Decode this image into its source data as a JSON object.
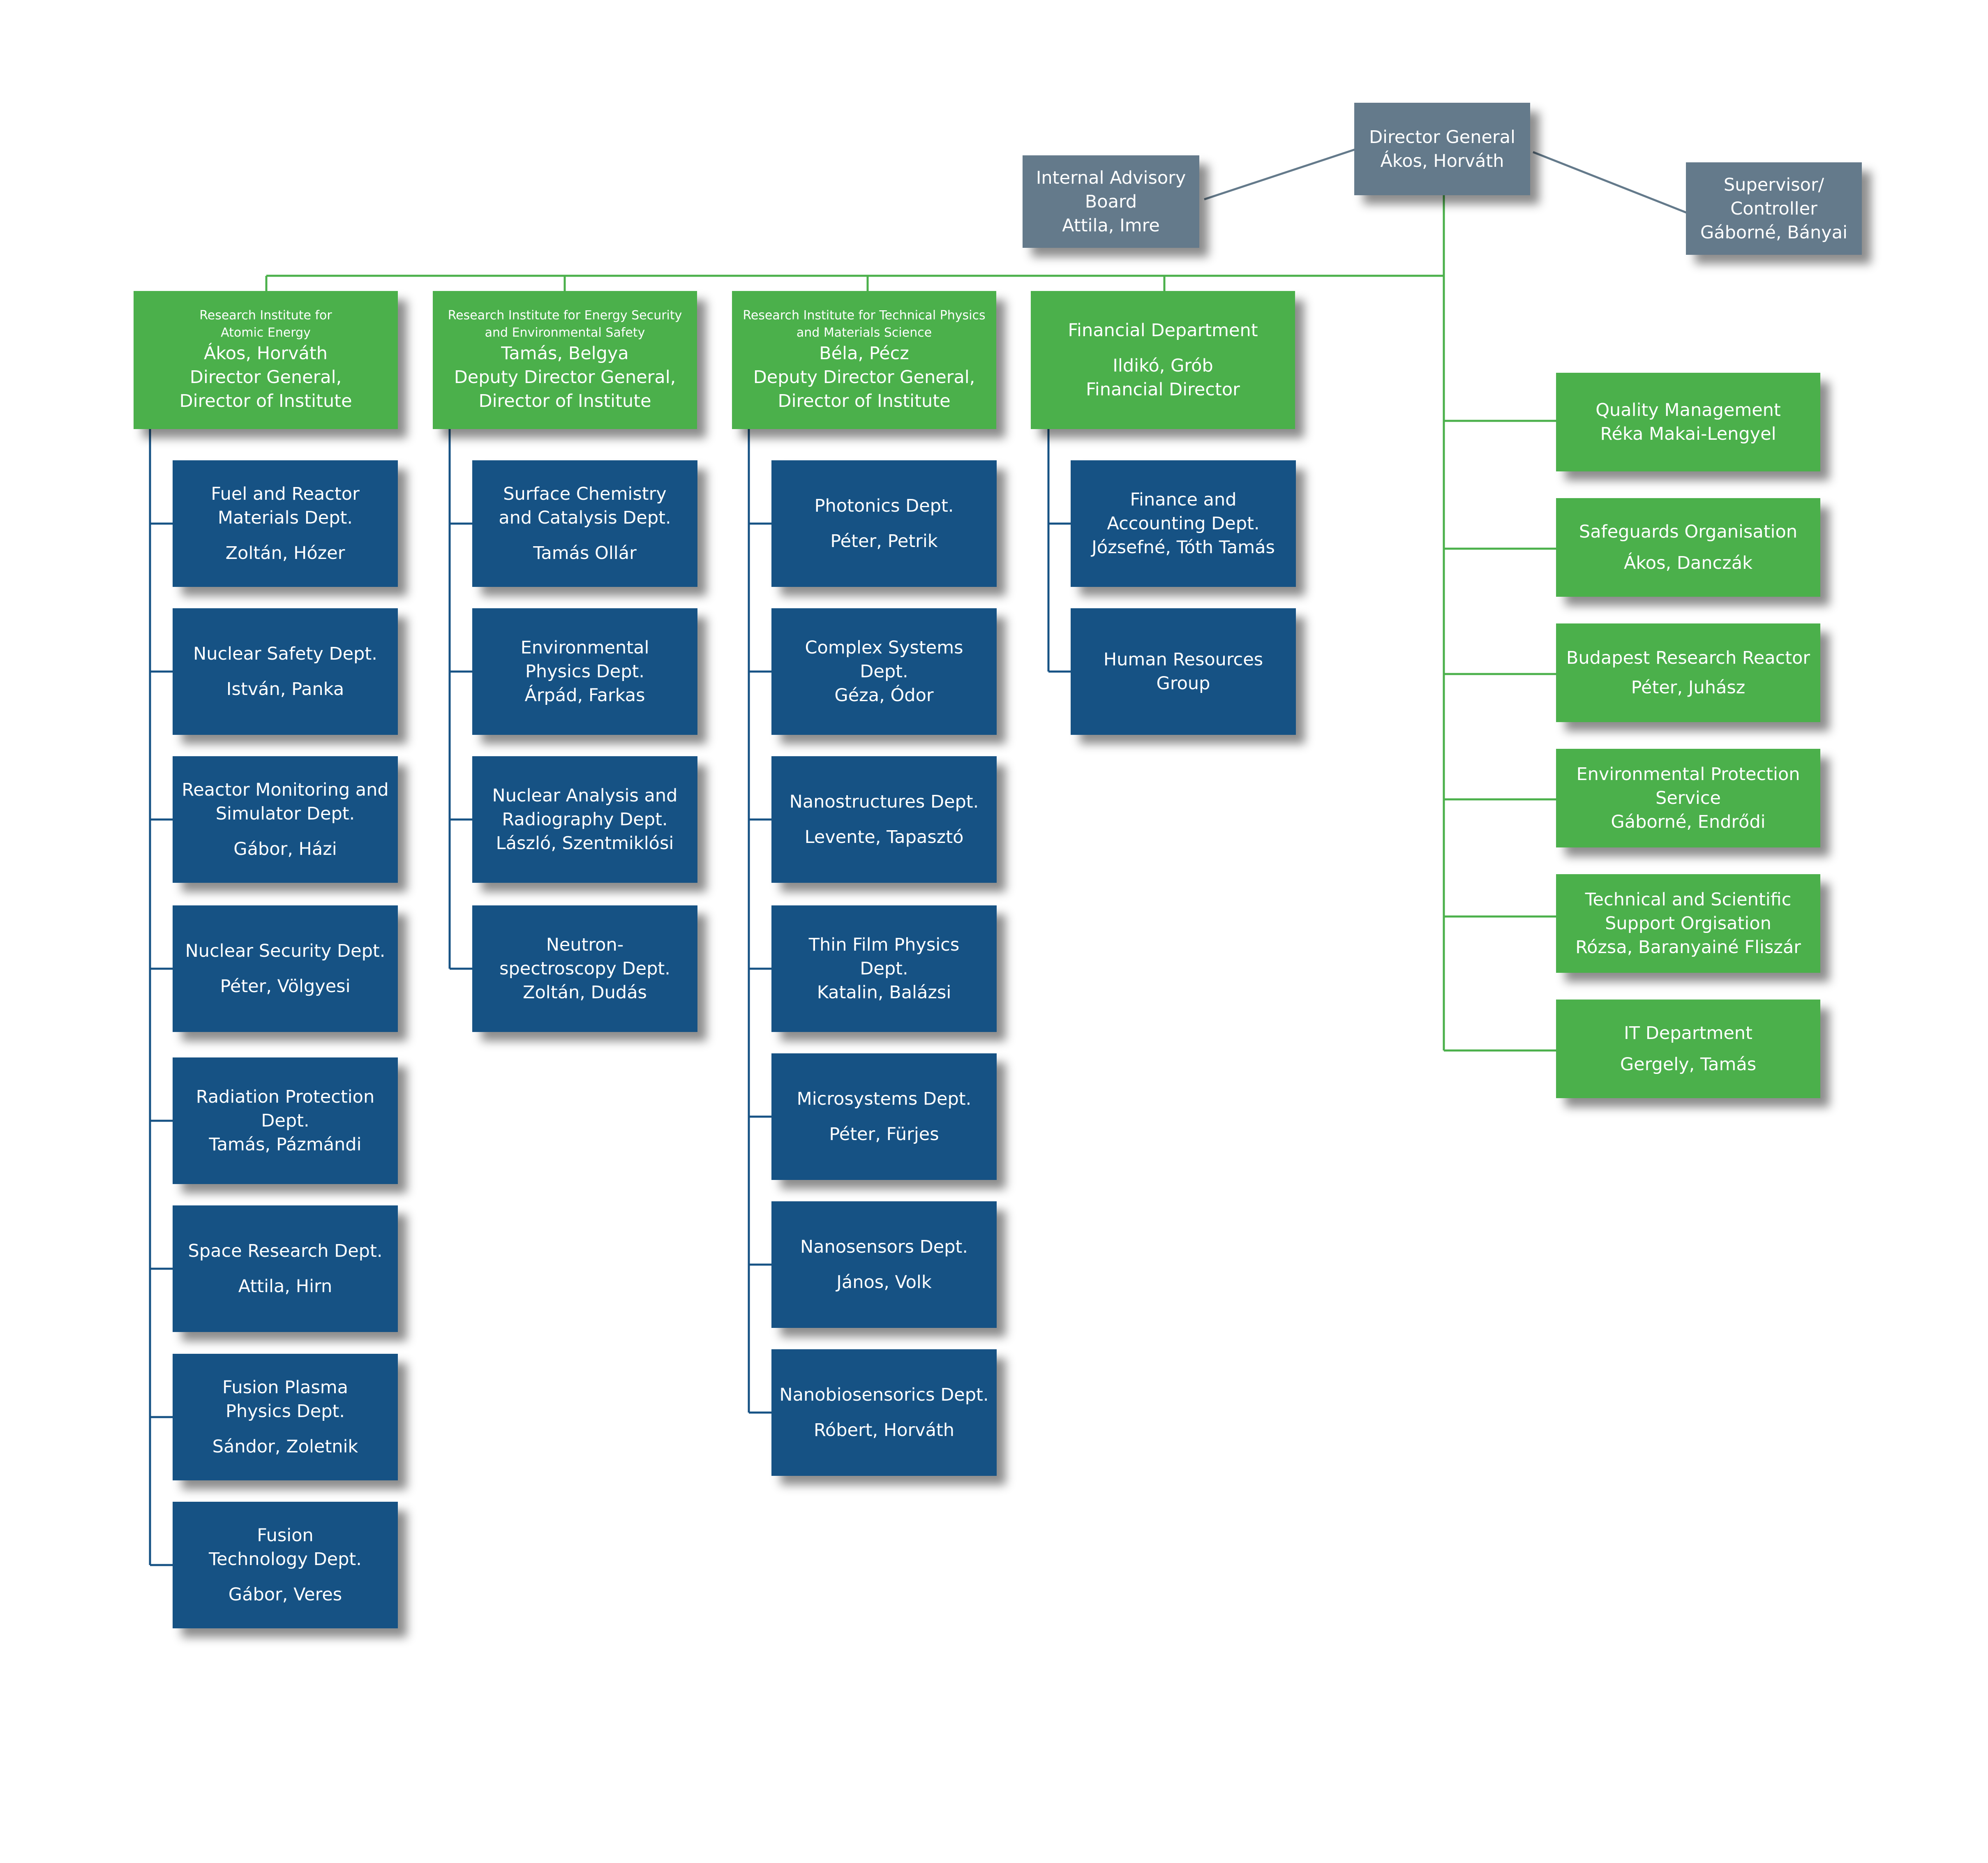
{
  "top": {
    "director_general": {
      "title": "Director General",
      "name": "Ákos, Horváth"
    },
    "internal_advisory_board": {
      "line1": "Internal Advisory",
      "line2": "Board",
      "name": "Attila, Imre"
    },
    "supervisor": {
      "line1": "Supervisor/",
      "line2": "Controller",
      "name": "Gáborné, Bányai"
    }
  },
  "institutes": [
    {
      "title1": "Research Institute for",
      "title2": "Atomic Energy",
      "name": "Ákos, Horváth",
      "role1": "Director General,",
      "role2": "Director of Institute",
      "departments": [
        {
          "line1": "Fuel and Reactor",
          "line2": "Materials Dept.",
          "head": "Zoltán, Hózer"
        },
        {
          "line1": "Nuclear Safety Dept.",
          "line2": "",
          "head": "István, Panka"
        },
        {
          "line1": "Reactor Monitoring and",
          "line2": "Simulator Dept.",
          "head": "Gábor, Házi"
        },
        {
          "line1": "Nuclear Security Dept.",
          "line2": "",
          "head": "Péter, Völgyesi"
        },
        {
          "line1": "Radiation Protection",
          "line2": "Dept.",
          "head": "Tamás, Pázmándi"
        },
        {
          "line1": "Space Research Dept.",
          "line2": "",
          "head": "Attila, Hirn"
        },
        {
          "line1": "Fusion Plasma",
          "line2": "Physics Dept.",
          "head": "Sándor, Zoletnik"
        },
        {
          "line1": "Fusion",
          "line2": "Technology Dept.",
          "head": "Gábor, Veres"
        }
      ]
    },
    {
      "title1": "Research Institute for Energy Security",
      "title2": "and Environmental Safety",
      "name": "Tamás, Belgya",
      "role1": "Deputy Director General,",
      "role2": "Director of Institute",
      "departments": [
        {
          "line1": "Surface Chemistry",
          "line2": "and Catalysis Dept.",
          "head": "Tamás Ollár"
        },
        {
          "line1": "Environmental",
          "line2": "Physics Dept.",
          "head": "Árpád, Farkas"
        },
        {
          "line1": "Nuclear Analysis and",
          "line2": "Radiography Dept.",
          "head": "László, Szentmiklósi"
        },
        {
          "line1": "Neutron-",
          "line2": "spectroscopy Dept.",
          "head": "Zoltán, Dudás"
        }
      ]
    },
    {
      "title1": "Research Institute for Technical Physics",
      "title2": "and Materials Science",
      "name": "Béla, Pécz",
      "role1": "Deputy Director General,",
      "role2": "Director of Institute",
      "departments": [
        {
          "line1": "Photonics Dept.",
          "line2": "",
          "head": "Péter, Petrik"
        },
        {
          "line1": "Complex Systems",
          "line2": "Dept.",
          "head": "Géza, Ódor"
        },
        {
          "line1": "Nanostructures Dept.",
          "line2": "",
          "head": "Levente, Tapasztó"
        },
        {
          "line1": "Thin Film Physics",
          "line2": "Dept.",
          "head": "Katalin, Balázsi"
        },
        {
          "line1": "Microsystems Dept.",
          "line2": "",
          "head": "Péter, Fürjes"
        },
        {
          "line1": "Nanosensors Dept.",
          "line2": "",
          "head": "János, Volk"
        },
        {
          "line1": "Nanobiosensorics Dept.",
          "line2": "",
          "head": "Róbert, Horváth"
        }
      ]
    }
  ],
  "financial": {
    "title": "Financial Department",
    "name": "Ildikó, Grób",
    "role": "Financial Director",
    "departments": [
      {
        "line1": "Finance and",
        "line2": "Accounting Dept.",
        "head": "Józsefné, Tóth Tamás"
      },
      {
        "line1": "Human Resources",
        "line2": "Group",
        "head": ""
      }
    ]
  },
  "services": [
    {
      "title1": "Quality Management",
      "title2": "",
      "head": "Réka Makai-Lengyel"
    },
    {
      "title1": "Safeguards Organisation",
      "title2": "",
      "head": "Ákos, Danczák"
    },
    {
      "title1": "Budapest Research Reactor",
      "title2": "",
      "head": "Péter, Juhász"
    },
    {
      "title1": "Environmental Protection",
      "title2": "Service",
      "head": "Gáborné, Endrődi"
    },
    {
      "title1": "Technical and Scientific",
      "title2": "Support Orgisation",
      "head": "Rózsa, Baranyainé Fliszár"
    },
    {
      "title1": "IT Department",
      "title2": "",
      "head": "Gergely, Tamás"
    }
  ],
  "colors": {
    "gray": "#647a8b",
    "green": "#4bb04b",
    "blue": "#165284",
    "green_line": "#4bb04b",
    "blue_line": "#165284",
    "gray_line": "#647a8b"
  }
}
